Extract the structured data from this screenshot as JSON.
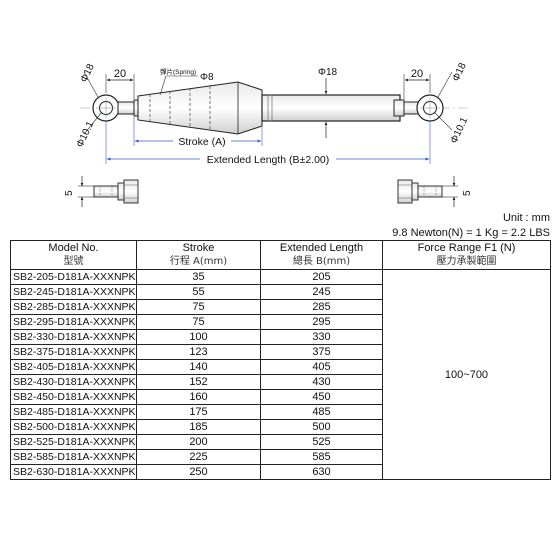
{
  "drawing": {
    "dims": {
      "left_eye_width": "20",
      "left_eye_diameter": "Φ18",
      "left_hole_diameter": "Φ10.1",
      "spring_label": "彈片(Spring)",
      "rod_diameter": "Φ8",
      "tube_diameter": "Φ18",
      "right_eye_width": "20",
      "right_eye_diameter": "Φ18",
      "right_hole_diameter": "Φ10.1",
      "stroke_label": "Stroke (A)",
      "extended_length_label": "Extended Length (B±2.00)",
      "left_thickness": "5",
      "right_thickness": "5"
    }
  },
  "units": {
    "unit_text": "Unit : mm",
    "conversion_text": "9.8 Newton(N) = 1 Kg = 2.2 LBS"
  },
  "table": {
    "headers": [
      {
        "en": "Model No.",
        "zh": "型號"
      },
      {
        "en": "Stroke",
        "zh": "行程 A(mm)"
      },
      {
        "en": "Extended Length",
        "zh": "總長 B(mm)"
      },
      {
        "en": "Force Range F1 (N)",
        "zh": "壓力承製範圍"
      }
    ],
    "force_range": "100~700",
    "rows": [
      {
        "model": "SB2-205-D181A-XXXNPK",
        "stroke": "35",
        "length": "205"
      },
      {
        "model": "SB2-245-D181A-XXXNPK",
        "stroke": "55",
        "length": "245"
      },
      {
        "model": "SB2-285-D181A-XXXNPK",
        "stroke": "75",
        "length": "285"
      },
      {
        "model": "SB2-295-D181A-XXXNPK",
        "stroke": "75",
        "length": "295"
      },
      {
        "model": "SB2-330-D181A-XXXNPK",
        "stroke": "100",
        "length": "330"
      },
      {
        "model": "SB2-375-D181A-XXXNPK",
        "stroke": "123",
        "length": "375"
      },
      {
        "model": "SB2-405-D181A-XXXNPK",
        "stroke": "140",
        "length": "405"
      },
      {
        "model": "SB2-430-D181A-XXXNPK",
        "stroke": "152",
        "length": "430"
      },
      {
        "model": "SB2-450-D181A-XXXNPK",
        "stroke": "160",
        "length": "450"
      },
      {
        "model": "SB2-485-D181A-XXXNPK",
        "stroke": "175",
        "length": "485"
      },
      {
        "model": "SB2-500-D181A-XXXNPK",
        "stroke": "185",
        "length": "500"
      },
      {
        "model": "SB2-525-D181A-XXXNPK",
        "stroke": "200",
        "length": "525"
      },
      {
        "model": "SB2-585-D181A-XXXNPK",
        "stroke": "225",
        "length": "585"
      },
      {
        "model": "SB2-630-D181A-XXXNPK",
        "stroke": "250",
        "length": "630"
      }
    ]
  }
}
